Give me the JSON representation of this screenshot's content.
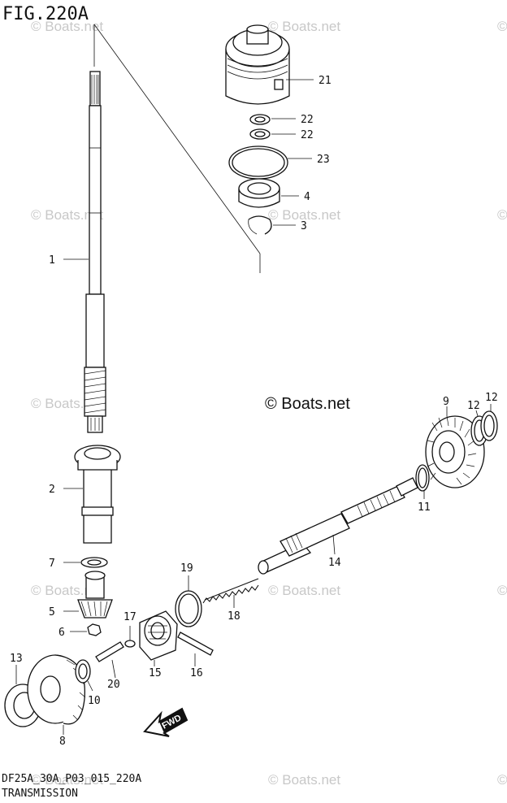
{
  "figure_label": "FIG.220A",
  "footer": {
    "code": "DF25A_30A_P03_015_220A",
    "title": "TRANSMISSION"
  },
  "copyright": "© Boats.net",
  "watermark_text": "© Boats.net",
  "fwd_label": "FWD",
  "callouts": {
    "p1": "1",
    "p2": "2",
    "p3": "3",
    "p4": "4",
    "p5": "5",
    "p6": "6",
    "p7": "7",
    "p8": "8",
    "p9": "9",
    "p10": "10",
    "p11": "11",
    "p12a": "12",
    "p12b": "12",
    "p13": "13",
    "p14": "14",
    "p15": "15",
    "p16": "16",
    "p17": "17",
    "p18": "18",
    "p19": "19",
    "p20": "20",
    "p21": "21",
    "p22a": "22",
    "p22b": "22",
    "p23": "23"
  }
}
